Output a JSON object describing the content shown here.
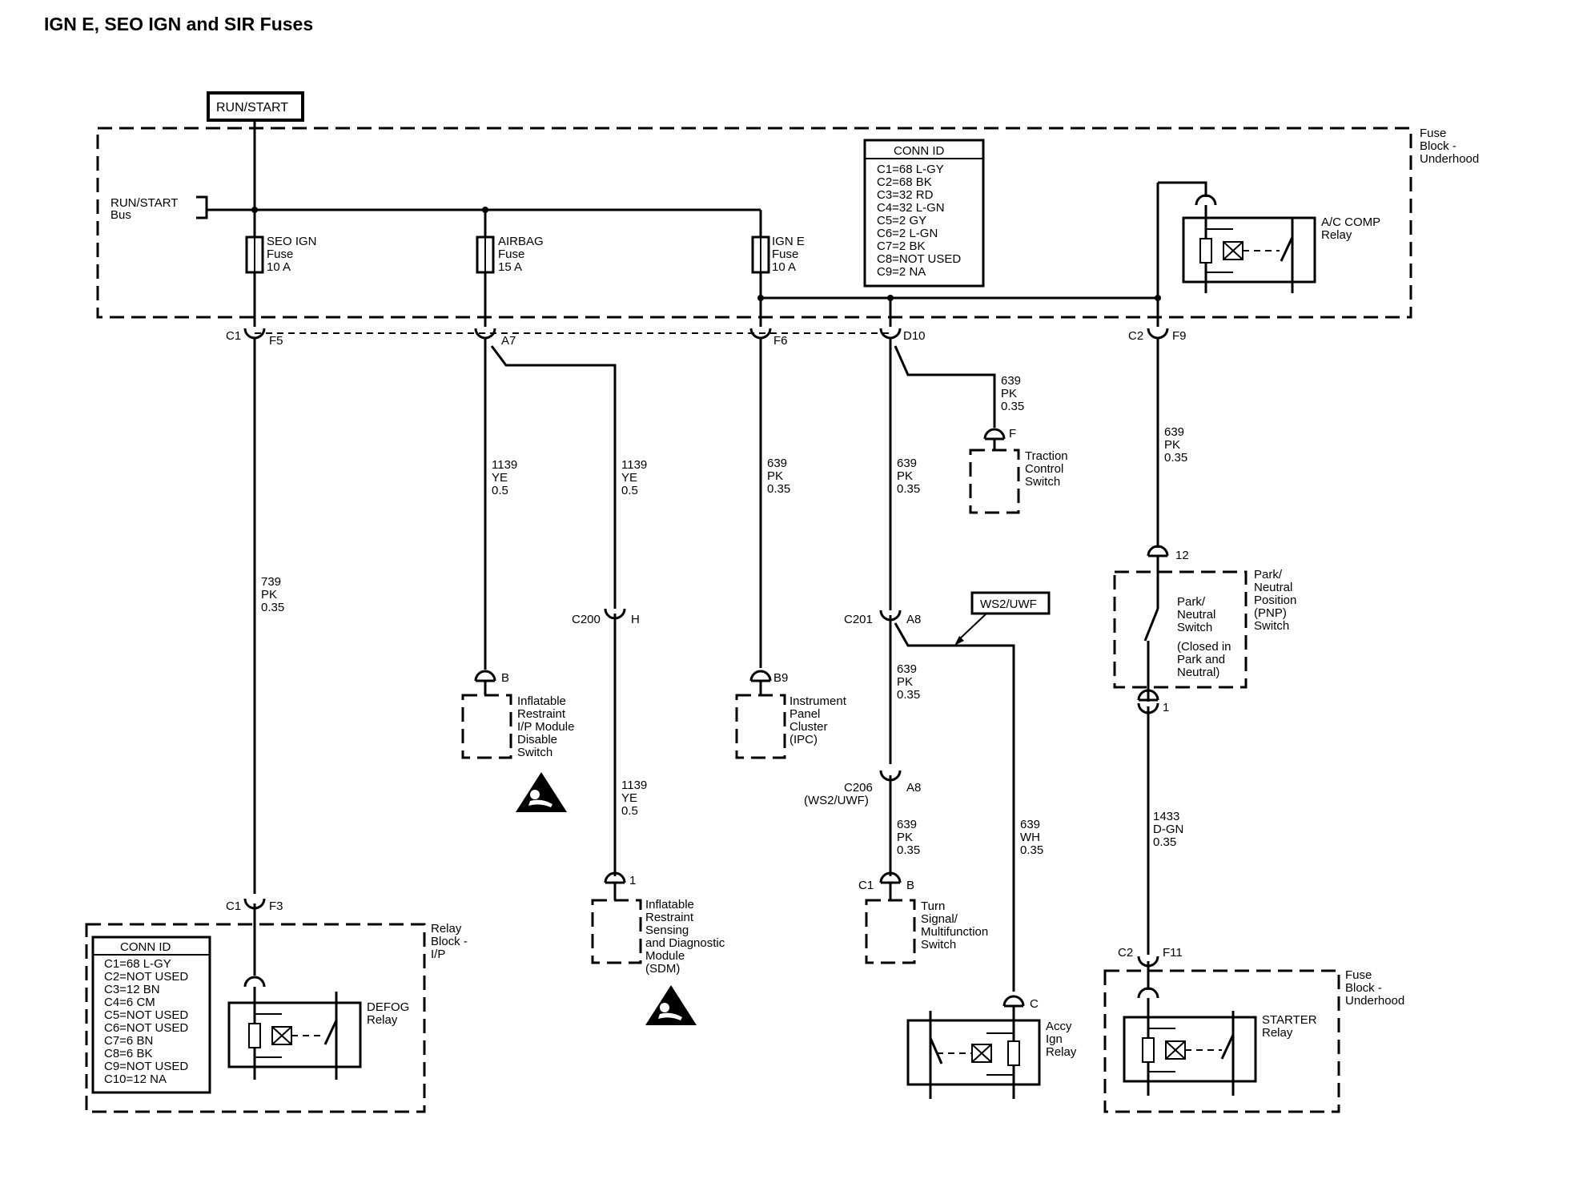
{
  "title": "IGN E, SEO IGN and SIR Fuses",
  "run_start": "RUN/START",
  "bus": [
    "RUN/START",
    "Bus"
  ],
  "fuse_block_top": [
    "Fuse",
    "Block -",
    "Underhood"
  ],
  "fuse_block_bottom": [
    "Fuse",
    "Block -",
    "Underhood"
  ],
  "relay_block": [
    "Relay",
    "Block -",
    "I/P"
  ],
  "fuses": {
    "seo": [
      "SEO IGN",
      "Fuse",
      "10 A"
    ],
    "airbag": [
      "AIRBAG",
      "Fuse",
      "15 A"
    ],
    "igne": [
      "IGN E",
      "Fuse",
      "10 A"
    ]
  },
  "conn_top": {
    "header": "CONN ID",
    "items": [
      "C1=68 L-GY",
      "C2=68 BK",
      "C3=32 RD",
      "C4=32 L-GN",
      "C5=2 GY",
      "C6=2 L-GN",
      "C7=2 BK",
      "C8=NOT USED",
      "C9=2 NA"
    ]
  },
  "conn_bottom": {
    "header": "CONN ID",
    "items": [
      "C1=68 L-GY",
      "C2=NOT USED",
      "C3=12 BN",
      "C4=6 CM",
      "C5=NOT USED",
      "C6=NOT USED",
      "C7=6 BN",
      "C8=6 BK",
      "C9=NOT USED",
      "C10=12 NA"
    ]
  },
  "relays": {
    "ac": [
      "A/C COMP",
      "Relay"
    ],
    "defog": [
      "DEFOG",
      "Relay"
    ],
    "accy": [
      "Accy",
      "Ign",
      "Relay"
    ],
    "starter": [
      "STARTER",
      "Relay"
    ]
  },
  "connectors": {
    "c1": "C1",
    "f5": "F5",
    "a7": "A7",
    "f6": "F6",
    "d10": "D10",
    "c2": "C2",
    "f9": "F9",
    "f": "F",
    "c200": "C200",
    "h": "H",
    "b": "B",
    "b9": "B9",
    "c201": "C201",
    "a8": "A8",
    "c206": [
      "C206",
      "(WS2/UWF)"
    ],
    "a8b": "A8",
    "c1b": "C1",
    "bb": "B",
    "one_sdm": "1",
    "c1f3": "C1",
    "f3": "F3",
    "c": "C",
    "p12": "12",
    "p1": "1",
    "c2b": "C2",
    "f11": "F11"
  },
  "wires": {
    "w739": [
      "739",
      "PK",
      "0.35"
    ],
    "w1139a": [
      "1139",
      "YE",
      "0.5"
    ],
    "w1139b": [
      "1139",
      "YE",
      "0.5"
    ],
    "w1139c": [
      "1139",
      "YE",
      "0.5"
    ],
    "w639a": [
      "639",
      "PK",
      "0.35"
    ],
    "w639b": [
      "639",
      "PK",
      "0.35"
    ],
    "w639c": [
      "639",
      "PK",
      "0.35"
    ],
    "w639d": [
      "639",
      "PK",
      "0.35"
    ],
    "w639e": [
      "639",
      "PK",
      "0.35"
    ],
    "w639f": [
      "639",
      "PK",
      "0.35"
    ],
    "w639wh": [
      "639",
      "WH",
      "0.35"
    ],
    "w1433": [
      "1433",
      "D-GN",
      "0.35"
    ]
  },
  "option_tag": "WS2/UWF",
  "components": {
    "traction": [
      "Traction",
      "Control",
      "Switch"
    ],
    "disable": [
      "Inflatable",
      "Restraint",
      "I/P Module",
      "Disable",
      "Switch"
    ],
    "ipc": [
      "Instrument",
      "Panel",
      "Cluster",
      "(IPC)"
    ],
    "sdm": [
      "Inflatable",
      "Restraint",
      "Sensing",
      "and Diagnostic",
      "Module",
      "(SDM)"
    ],
    "turn": [
      "Turn",
      "Signal/",
      "Multifunction",
      "Switch"
    ],
    "pnp_inner": [
      "Park/",
      "Neutral",
      "Switch",
      "(Closed in",
      "Park and",
      "Neutral)"
    ],
    "pnp_outer": [
      "Park/",
      "Neutral",
      "Position",
      "(PNP)",
      "Switch"
    ]
  },
  "icons": [
    "sir-warning-icon",
    "relay-coil-icon",
    "fuse-icon",
    "connector-icon"
  ]
}
